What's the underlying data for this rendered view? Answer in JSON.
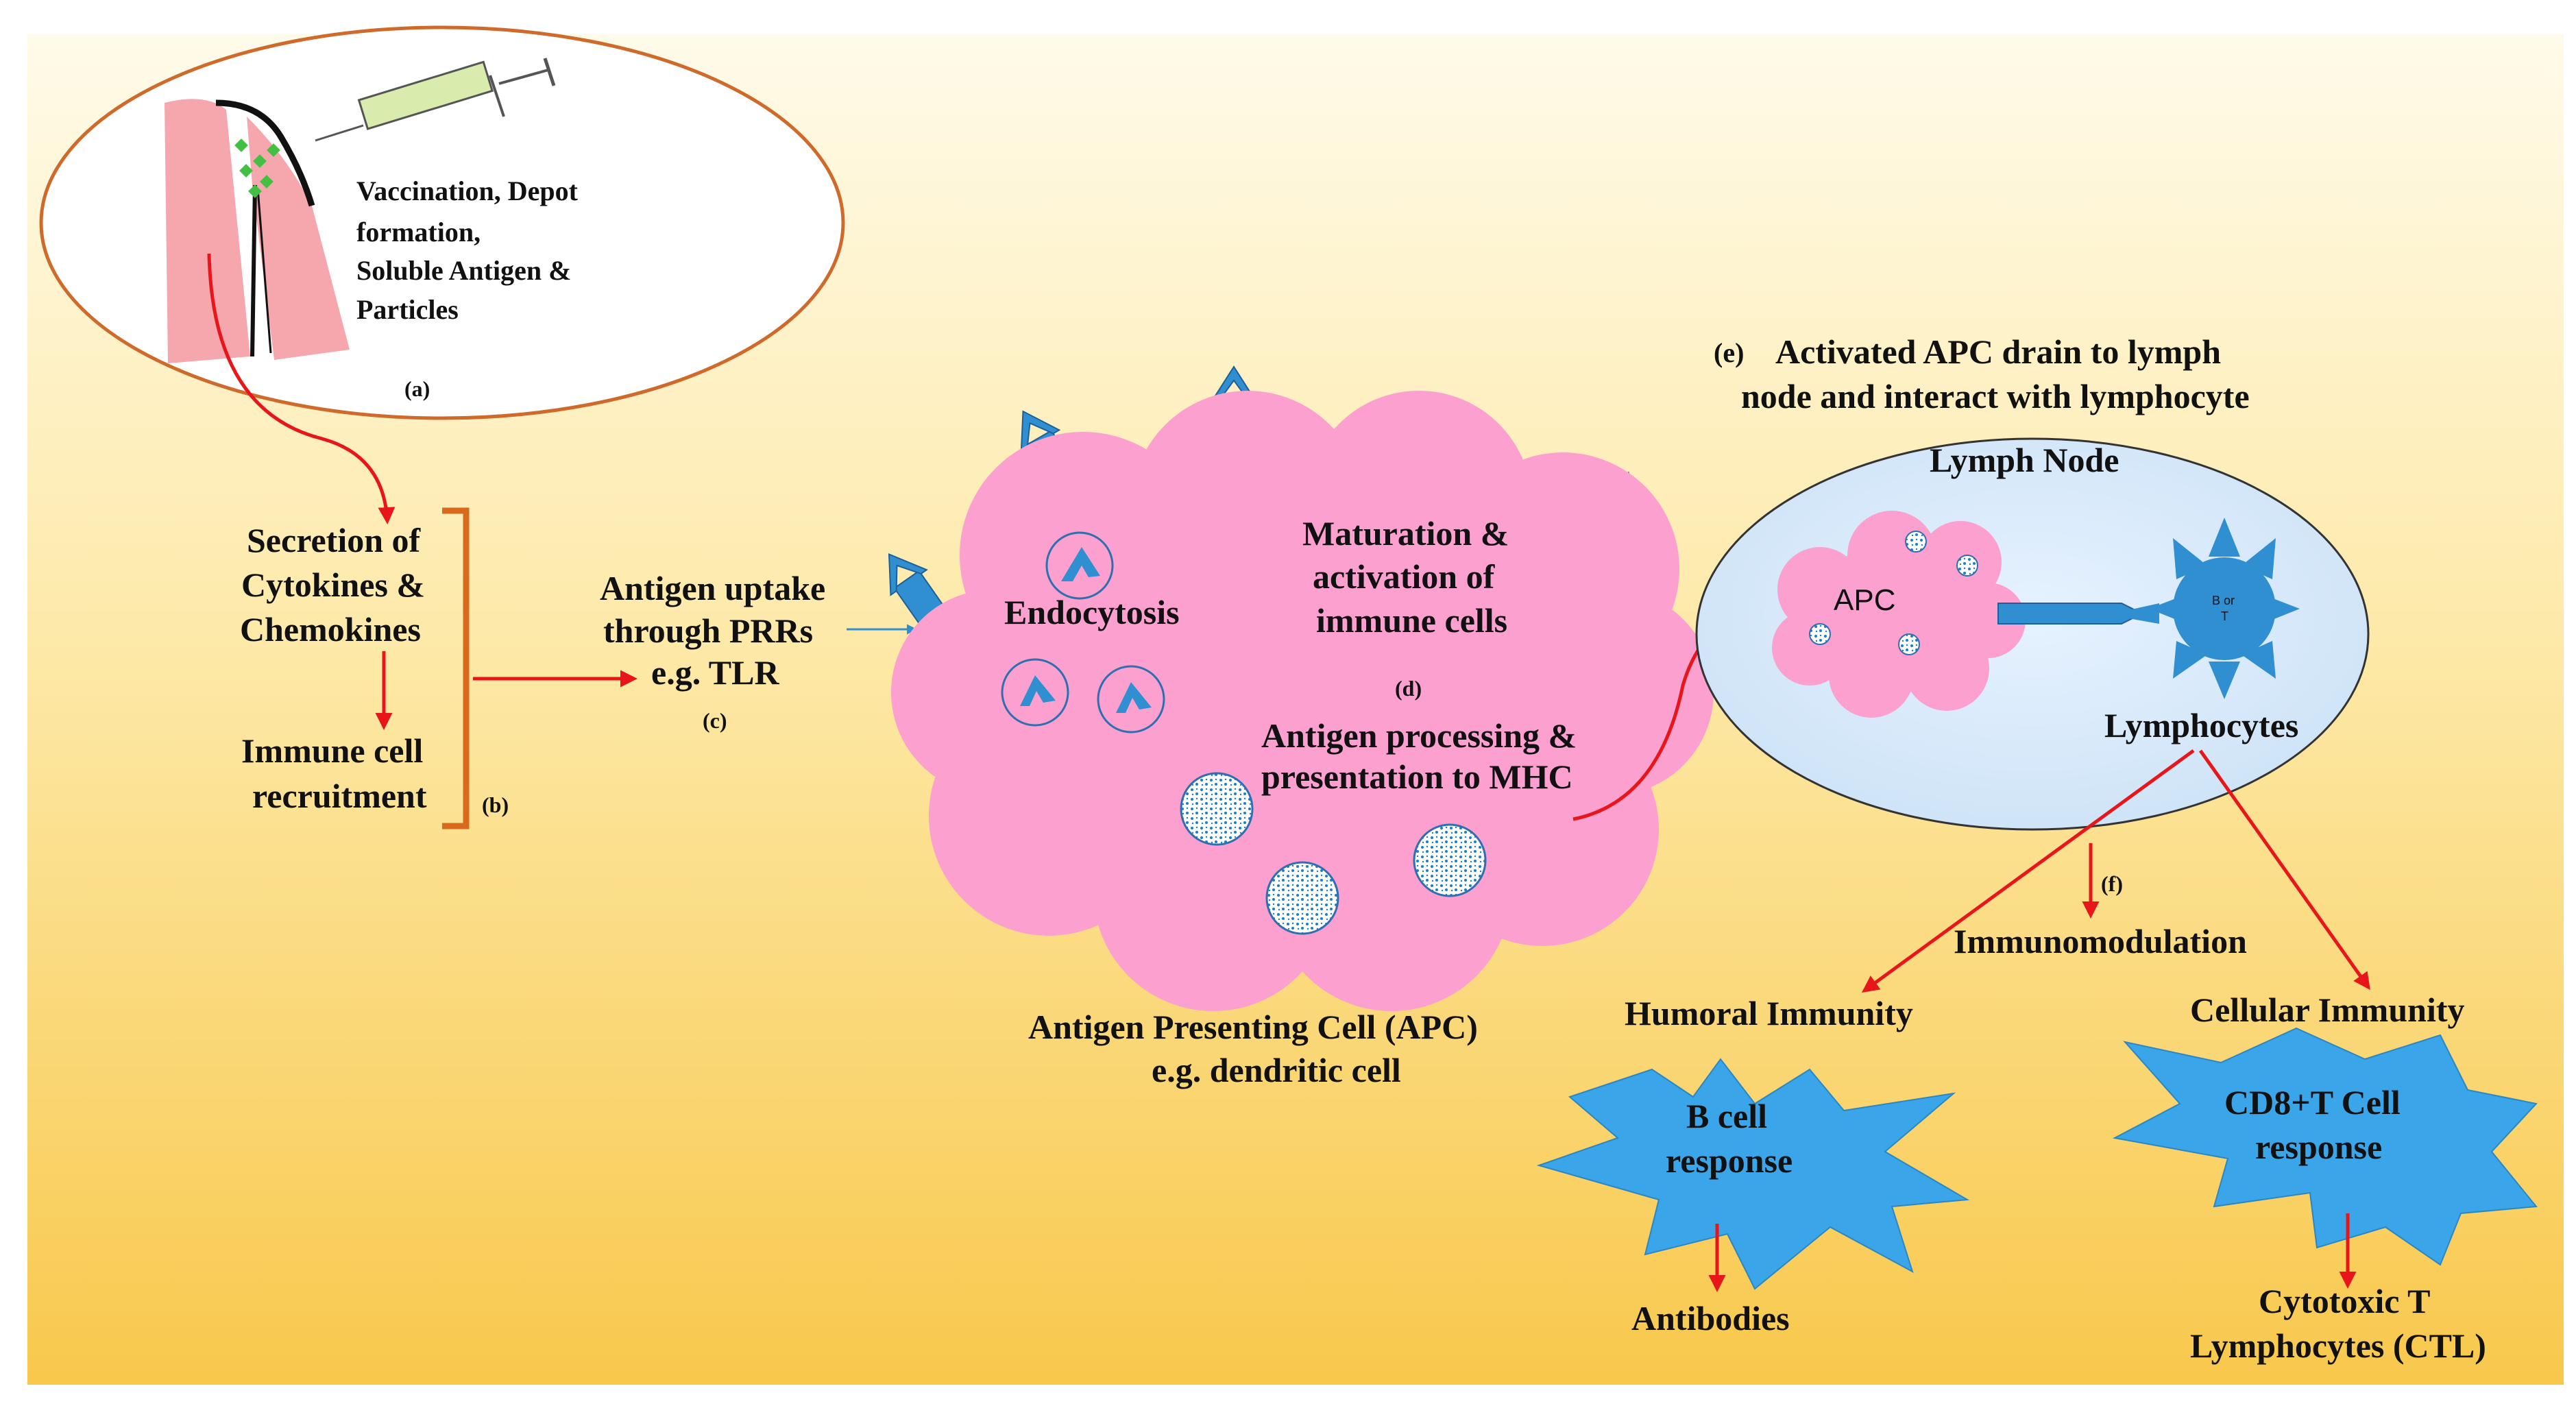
{
  "panel_a": {
    "label_lines": [
      "Vaccination,  Depot",
      "formation,",
      "Soluble Antigen  &",
      "Particles"
    ],
    "tag": "(a)"
  },
  "panel_b": {
    "secretion_lines": [
      "Secretion of",
      "Cytokines &",
      "Chemokines"
    ],
    "recruitment_lines": [
      "Immune cell",
      "recruitment"
    ],
    "tag": "(b)"
  },
  "panel_c": {
    "lines": [
      "Antigen uptake",
      "through PRRs",
      "e.g. TLR"
    ],
    "tag": "(c)"
  },
  "panel_d": {
    "endocytosis": "Endocytosis",
    "maturation_lines": [
      "Maturation &",
      "activation of",
      "immune cells"
    ],
    "tag": "(d)",
    "processing_lines": [
      "Antigen processing &",
      "presentation to MHC"
    ],
    "apc_caption_lines": [
      "Antigen Presenting Cell (APC)",
      "e.g. dendritic cell"
    ]
  },
  "panel_e": {
    "tag": "(e)",
    "heading_lines": [
      "Activated APC drain to lymph",
      "node and interact with lymphocyte"
    ],
    "lymph_node": "Lymph  Node",
    "apc": "APC",
    "cell_text_lines": [
      "B or",
      "T"
    ],
    "lymphocytes": "Lymphocytes"
  },
  "panel_f": {
    "tag": "(f)",
    "immunomodulation": "Immunomodulation",
    "humoral": "Humoral Immunity",
    "b_cell_lines": [
      "B cell",
      "response"
    ],
    "antibodies": "Antibodies",
    "cellular": "Cellular Immunity",
    "cd8_lines": [
      "CD8+T Cell",
      "response"
    ],
    "ctl_lines": [
      "Cytotoxic T",
      "Lymphocytes (CTL)"
    ]
  },
  "colors": {
    "arrow_red": "#e8161a",
    "cloud_pink": "#fba0cf",
    "receptor_blue": "#2f8fd1",
    "starburst_blue": "#3aa5e8",
    "bracket_orange": "#d9691c",
    "ellipse_orange": "#cf6a2a",
    "skin_pink": "#f6a7ad"
  }
}
